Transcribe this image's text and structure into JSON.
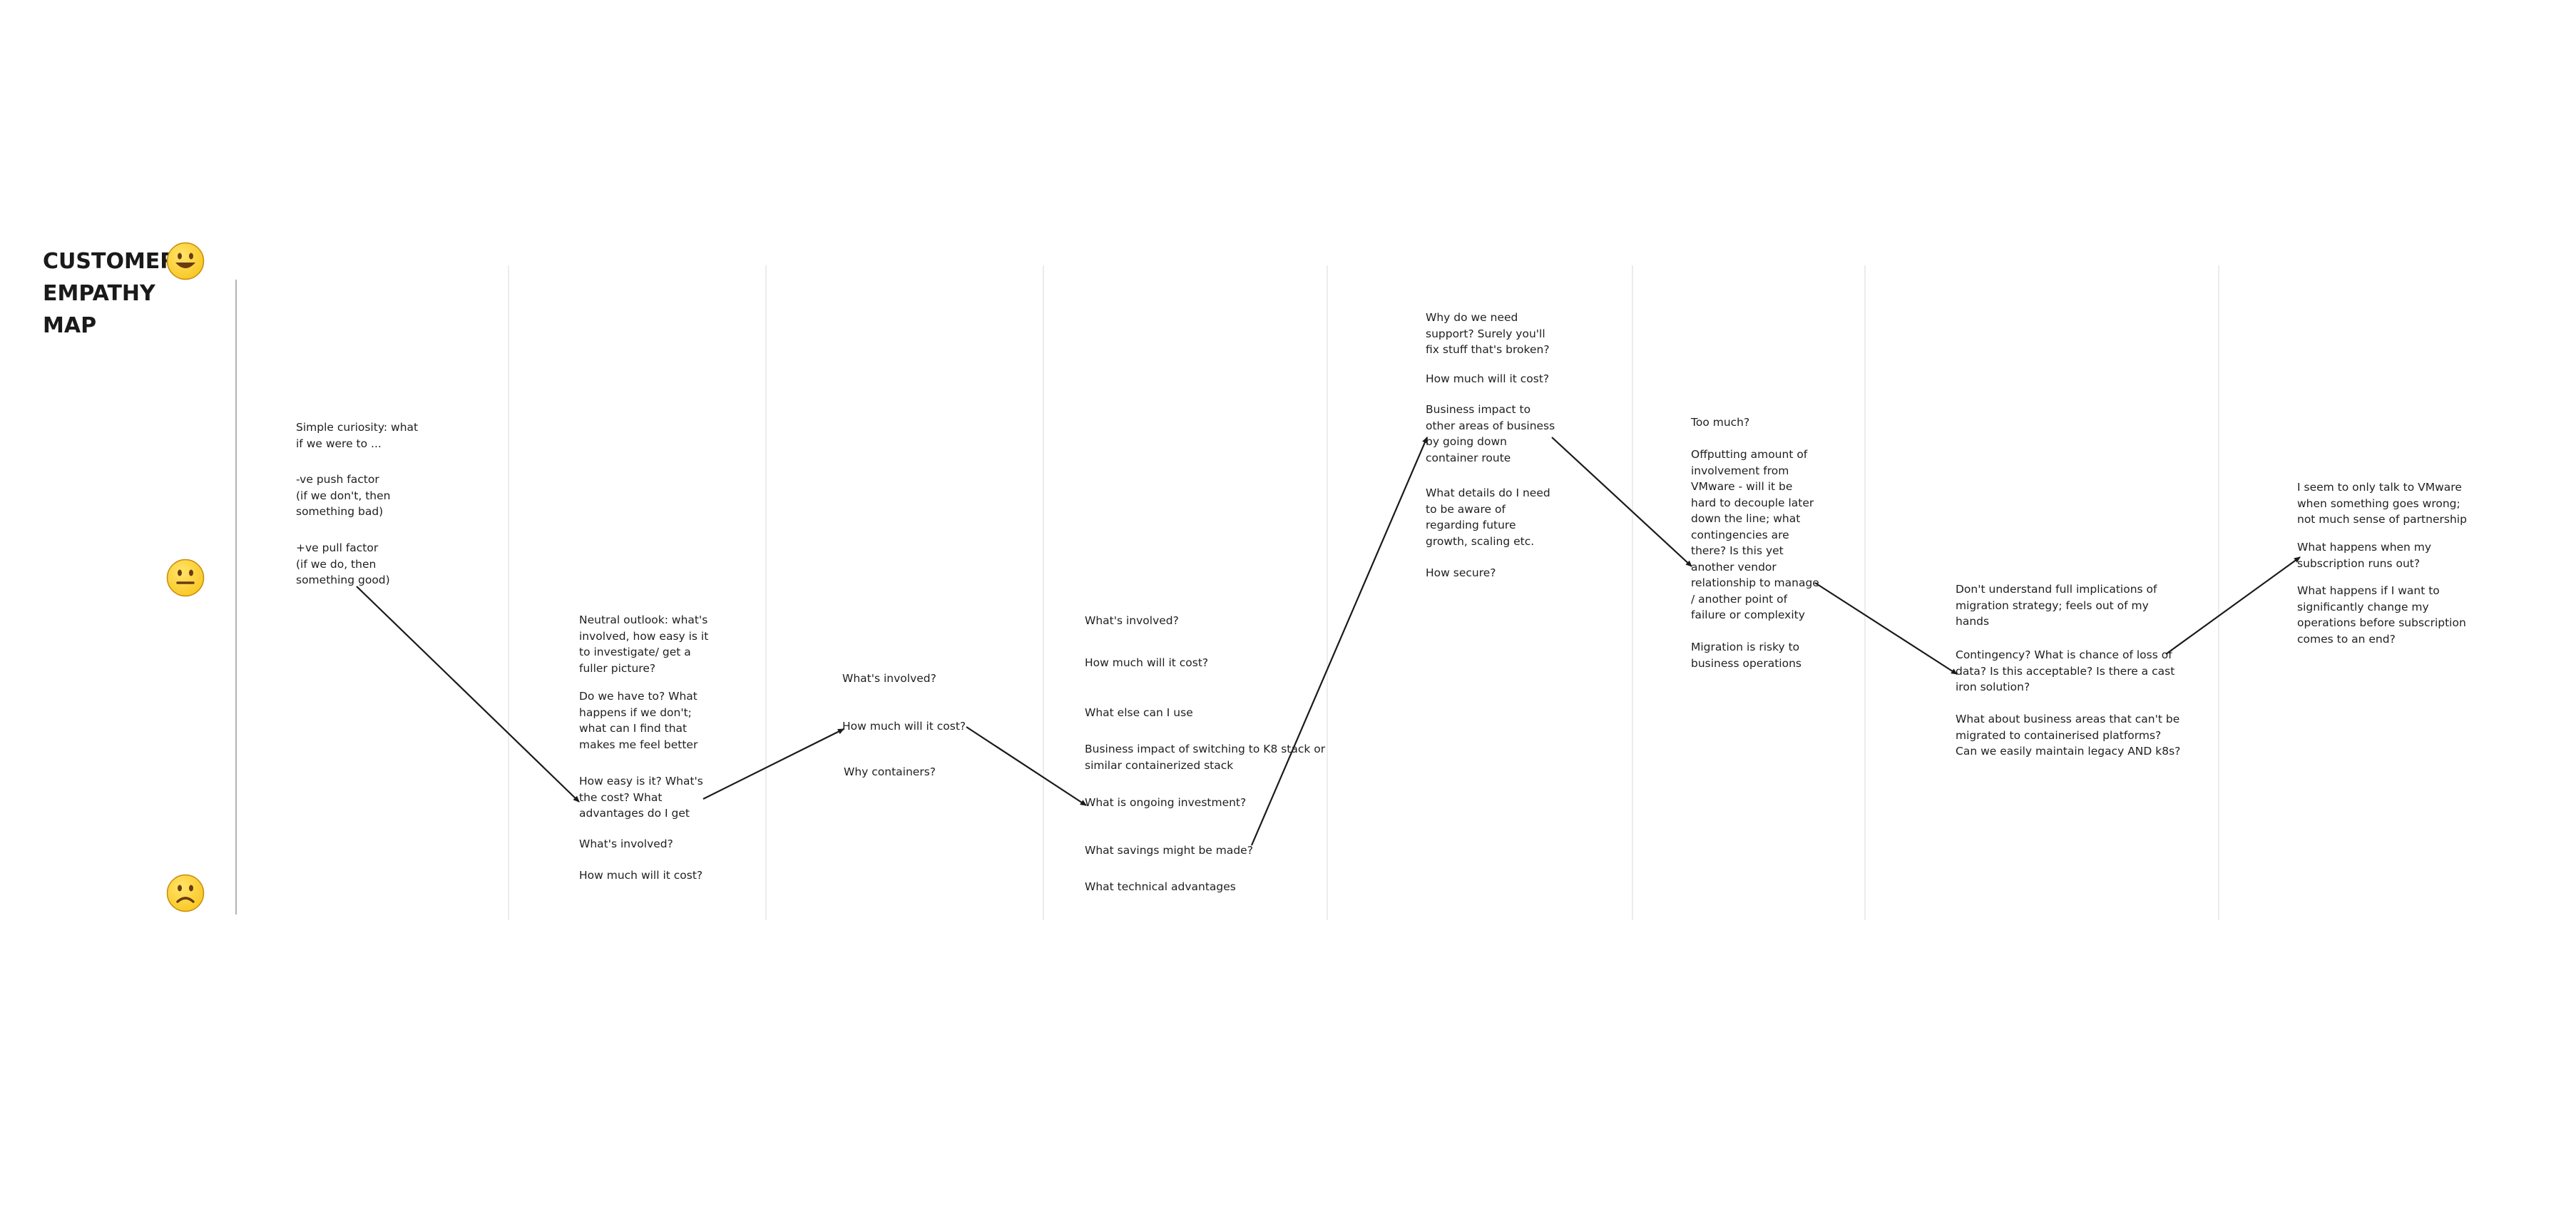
{
  "title": "CUSTOMER\nEMPATHY\nMAP",
  "moods": [
    {
      "name": "happy",
      "face_color": "#f9c926",
      "stroke_color": "#c98a0e"
    },
    {
      "name": "neutral",
      "face_color": "#f9c926",
      "stroke_color": "#c98a0e"
    },
    {
      "name": "sad",
      "face_color": "#f9c926",
      "stroke_color": "#c98a0e"
    }
  ],
  "colors": {
    "grid": "#e6e6e6",
    "axis": "#9a9a9a",
    "line": "#1a1a1a"
  },
  "stages": [
    {
      "notes": [
        "Simple curiosity: what\nif we were to ...",
        "-ve push factor\n(if we don't, then\nsomething bad)",
        "+ve pull factor\n(if we do, then\nsomething good)"
      ]
    },
    {
      "notes": [
        "Neutral outlook: what's\ninvolved, how easy is it\nto investigate/ get a\nfuller picture?",
        "Do we have to? What\nhappens if we don't;\nwhat can I find that\nmakes me feel better",
        "How easy is it? What's\nthe cost? What\nadvantages do I get",
        "What's involved?",
        "How much will it cost?"
      ]
    },
    {
      "notes": [
        "What's involved?",
        "How much will it cost?",
        "Why containers?"
      ]
    },
    {
      "notes": [
        "What's involved?",
        "How much will it cost?",
        "What else can I use",
        "Business impact of switching to K8 stack or\nsimilar containerized stack",
        "What is ongoing investment?",
        "What savings might be made?",
        "What technical advantages"
      ]
    },
    {
      "notes": [
        "Why do we need\nsupport? Surely you'll\nfix stuff that's broken?",
        "How much will it cost?",
        "Business impact to\nother areas of business\nby going down\ncontainer route",
        "What details do I need\nto be aware of\nregarding future\ngrowth, scaling etc.",
        "How secure?"
      ]
    },
    {
      "notes": [
        "Too much?",
        "Offputting amount of\ninvolvement from\nVMware - will it be\nhard to decouple later\ndown the line; what\ncontingencies are\nthere? Is this yet\nanother vendor\nrelationship to manage\n/ another point of\nfailure or complexity",
        "Migration is risky to\nbusiness operations"
      ]
    },
    {
      "notes": [
        "Don't understand full implications of\nmigration strategy; feels out of my\nhands",
        "Contingency? What is chance of loss of\ndata? Is this acceptable? Is there a cast\niron solution?",
        "What about business areas that can't be\nmigrated to containerised platforms?\nCan we easily maintain legacy AND k8s?"
      ]
    },
    {
      "notes": [
        "I seem to only talk to VMware\nwhen something goes wrong;\nnot much sense of partnership",
        "What happens when my\nsubscription runs out?",
        "What happens if I want to\nsignificantly change my\noperations before subscription\ncomes to an end?"
      ]
    }
  ]
}
